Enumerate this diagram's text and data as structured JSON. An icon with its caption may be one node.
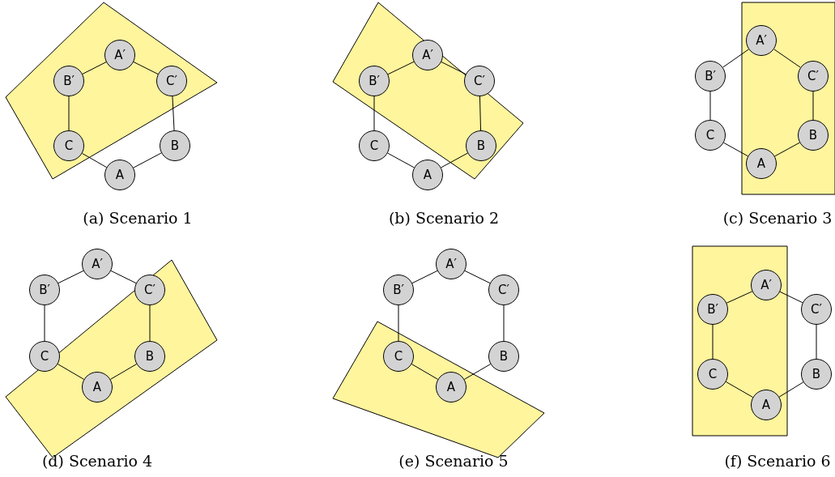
{
  "diagram": {
    "nodes": [
      {
        "text": [
          "A′"
        ]
      },
      {
        "text": [
          "B′"
        ]
      },
      {
        "text": [
          "C′"
        ]
      },
      {
        "text": [
          "C"
        ]
      },
      {
        "text": [
          "B"
        ]
      },
      {
        "text": [
          "A"
        ]
      },
      {
        "text": [
          "A′"
        ]
      },
      {
        "text": [
          "B′"
        ]
      },
      {
        "text": [
          "C′"
        ]
      },
      {
        "text": [
          "C"
        ]
      },
      {
        "text": [
          "B"
        ]
      },
      {
        "text": [
          "A"
        ]
      },
      {
        "text": [
          "A′"
        ]
      },
      {
        "text": [
          "B′"
        ]
      },
      {
        "text": [
          "C′"
        ]
      },
      {
        "text": [
          "C"
        ]
      },
      {
        "text": [
          "B"
        ]
      },
      {
        "text": [
          "A"
        ]
      },
      {
        "text": [
          "A′"
        ]
      },
      {
        "text": [
          "B′"
        ]
      },
      {
        "text": [
          "C′"
        ]
      },
      {
        "text": [
          "C"
        ]
      },
      {
        "text": [
          "B"
        ]
      },
      {
        "text": [
          "A"
        ]
      },
      {
        "text": [
          "A′"
        ]
      },
      {
        "text": [
          "B′"
        ]
      },
      {
        "text": [
          "C′"
        ]
      },
      {
        "text": [
          "C"
        ]
      },
      {
        "text": [
          "B"
        ]
      },
      {
        "text": [
          "A"
        ]
      },
      {
        "text": [
          "A′"
        ]
      },
      {
        "text": [
          "B′"
        ]
      },
      {
        "text": [
          "C′"
        ]
      },
      {
        "text": [
          "C"
        ]
      },
      {
        "text": [
          "B"
        ]
      },
      {
        "text": [
          "A"
        ]
      }
    ],
    "edges": [
      {
        "from": 0,
        "to": 1,
        "arrow": "none"
      },
      {
        "from": 0,
        "to": 2,
        "arrow": "none"
      },
      {
        "from": 1,
        "to": 3,
        "arrow": "none"
      },
      {
        "from": 2,
        "to": 4,
        "arrow": "none"
      },
      {
        "from": 3,
        "to": 5,
        "arrow": "none"
      },
      {
        "from": 4,
        "to": 5,
        "arrow": "none"
      },
      {
        "from": 6,
        "to": 7,
        "arrow": "none"
      },
      {
        "from": 6,
        "to": 8,
        "arrow": "none"
      },
      {
        "from": 7,
        "to": 9,
        "arrow": "none"
      },
      {
        "from": 8,
        "to": 10,
        "arrow": "none"
      },
      {
        "from": 9,
        "to": 11,
        "arrow": "none"
      },
      {
        "from": 10,
        "to": 11,
        "arrow": "none"
      },
      {
        "from": 12,
        "to": 13,
        "arrow": "none"
      },
      {
        "from": 12,
        "to": 14,
        "arrow": "none"
      },
      {
        "from": 13,
        "to": 15,
        "arrow": "none"
      },
      {
        "from": 14,
        "to": 16,
        "arrow": "none"
      },
      {
        "from": 15,
        "to": 17,
        "arrow": "none"
      },
      {
        "from": 16,
        "to": 17,
        "arrow": "none"
      },
      {
        "from": 18,
        "to": 19,
        "arrow": "none"
      },
      {
        "from": 18,
        "to": 20,
        "arrow": "none"
      },
      {
        "from": 19,
        "to": 21,
        "arrow": "none"
      },
      {
        "from": 20,
        "to": 22,
        "arrow": "none"
      },
      {
        "from": 21,
        "to": 23,
        "arrow": "none"
      },
      {
        "from": 22,
        "to": 23,
        "arrow": "none"
      },
      {
        "from": 24,
        "to": 25,
        "arrow": "none"
      },
      {
        "from": 24,
        "to": 26,
        "arrow": "none"
      },
      {
        "from": 25,
        "to": 27,
        "arrow": "none"
      },
      {
        "from": 26,
        "to": 28,
        "arrow": "none"
      },
      {
        "from": 27,
        "to": 29,
        "arrow": "none"
      },
      {
        "from": 28,
        "to": 29,
        "arrow": "none"
      },
      {
        "from": 30,
        "to": 31,
        "arrow": "none"
      },
      {
        "from": 30,
        "to": 32,
        "arrow": "none"
      },
      {
        "from": 31,
        "to": 33,
        "arrow": "none"
      },
      {
        "from": 32,
        "to": 34,
        "arrow": "none"
      },
      {
        "from": 33,
        "to": 35,
        "arrow": "none"
      },
      {
        "from": 34,
        "to": 35,
        "arrow": "none"
      }
    ],
    "labels": [
      "(a) Scenario 1",
      "(b) Scenario 2",
      "(c) Scenario 3",
      "(d) Scenario 4",
      "(e) Scenario 5",
      "(f) Scenario 6"
    ]
  }
}
